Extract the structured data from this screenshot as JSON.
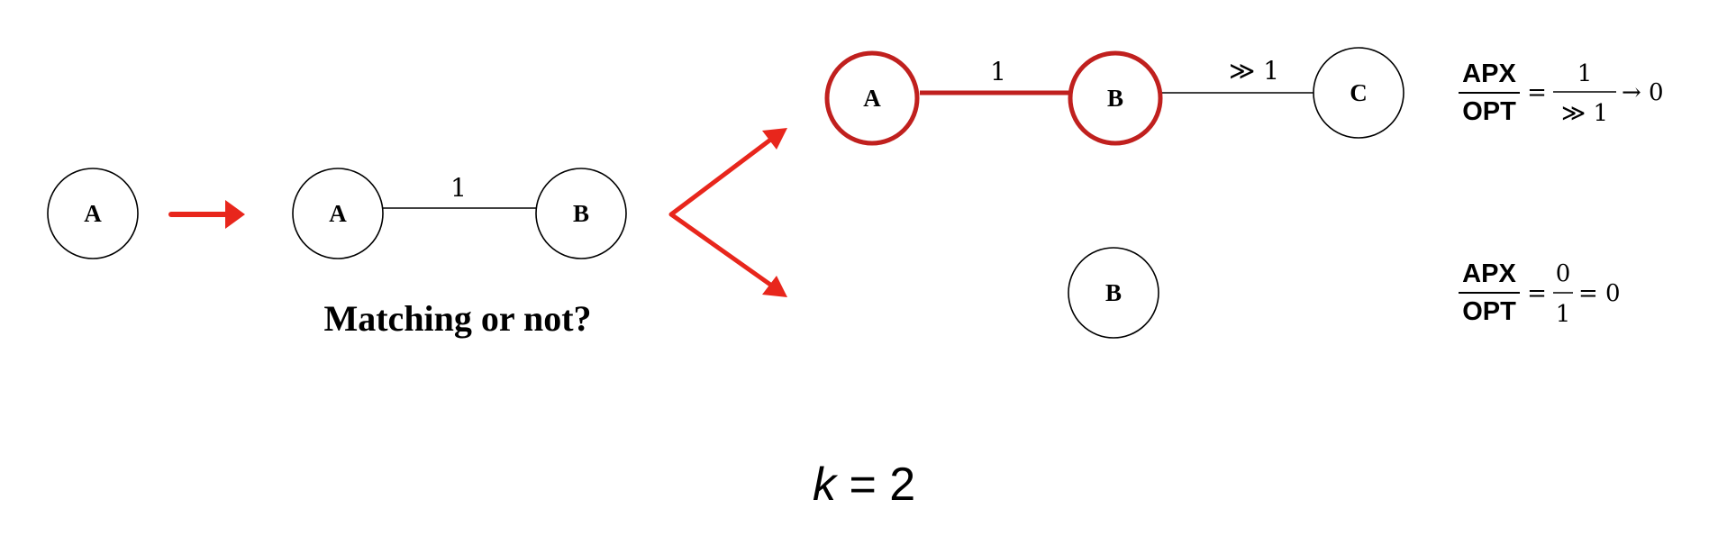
{
  "colors": {
    "highlight": "#c0201e",
    "arrow": "#e8261c",
    "ink": "#000000"
  },
  "nodes": {
    "initial_a": "A",
    "step_a": "A",
    "step_b": "B",
    "top_a": "A",
    "top_b": "B",
    "top_c": "C",
    "bottom_b": "B"
  },
  "edges": {
    "step_ab": "1",
    "top_ab": "1",
    "top_bc": "≫ 1"
  },
  "caption": "Matching or not?",
  "ratio_top": {
    "numerator_word": "APX",
    "denominator_word": "OPT",
    "eq": "=",
    "num": "1",
    "den": "≫ 1",
    "result": "→ 0"
  },
  "ratio_bottom": {
    "numerator_word": "APX",
    "denominator_word": "OPT",
    "eq": "=",
    "num": "0",
    "den": "1",
    "result": "= 0"
  },
  "k_label": {
    "var": "k",
    "rest": " = 2"
  }
}
